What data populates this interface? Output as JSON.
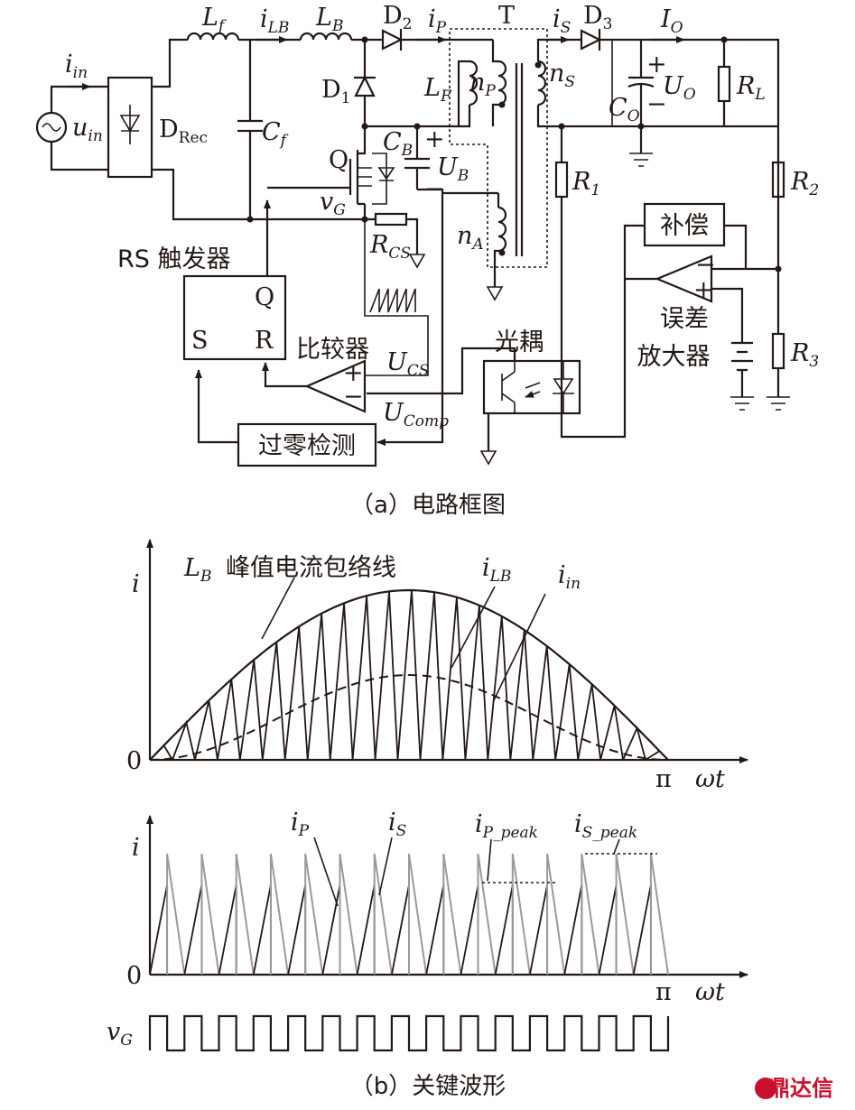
{
  "captions": {
    "a": "（a）电路框图",
    "b": "（b）关键波形"
  },
  "circuit": {
    "i_in": "i",
    "i_in_sub": "in",
    "u_in": "u",
    "u_in_sub": "in",
    "drec": "D",
    "drec_sub": "Rec",
    "lf": "L",
    "lf_sub": "f",
    "ilb": "i",
    "ilb_sub": "LB",
    "lb": "L",
    "lb_sub": "B",
    "cf": "C",
    "cf_sub": "f",
    "d1": "D",
    "d1_sub": "1",
    "d2": "D",
    "d2_sub": "2",
    "d3": "D",
    "d3_sub": "3",
    "ip": "i",
    "ip_sub": "P",
    "is": "i",
    "is_sub": "S",
    "t": "T",
    "io": "I",
    "io_sub": "O",
    "lF": "L",
    "lF_sub": "F",
    "np": "n",
    "np_sub": "P",
    "ns": "n",
    "ns_sub": "S",
    "na": "n",
    "na_sub": "A",
    "uo": "U",
    "uo_sub": "O",
    "co": "C",
    "co_sub": "O",
    "rl": "R",
    "rl_sub": "L",
    "cb": "C",
    "cb_sub": "B",
    "ub": "U",
    "ub_sub": "B",
    "q": "Q",
    "vg": "v",
    "vg_sub": "G",
    "rcs": "R",
    "rcs_sub": "CS",
    "r1": "R",
    "r1_sub": "1",
    "r2": "R",
    "r2_sub": "2",
    "r3": "R",
    "r3_sub": "3",
    "rs_trigger": "RS 触发器",
    "rs_q": "Q",
    "rs_s": "S",
    "rs_r": "R",
    "comparator": "比较器",
    "ucs": "U",
    "ucs_sub": "CS",
    "ucomp": "U",
    "ucomp_sub": "Comp",
    "zero_detect": "过零检测",
    "optocoupler": "光耦",
    "compensation": "补偿",
    "error_amp_1": "误差",
    "error_amp_2": "放大器",
    "plus": "+",
    "minus": "−"
  },
  "plot1": {
    "ylabel": "i",
    "origin": "0",
    "xend": "π",
    "xlabel": "ωt",
    "envelope_label": "L",
    "envelope_label_sub": "B",
    "envelope_text": "峰值电流包络线",
    "ilb": "i",
    "ilb_sub": "LB",
    "iin": "i",
    "iin_sub": "in",
    "switching_cycles": 23,
    "envelope_peak": 1.0,
    "iin_peak": 0.5
  },
  "plot2": {
    "ylabel": "i",
    "origin": "0",
    "xend": "π",
    "xlabel": "ωt",
    "ip": "i",
    "ip_sub": "P",
    "is": "i",
    "is_sub": "S",
    "ip_peak": "i",
    "ip_peak_sub": "P_peak",
    "is_peak": "i",
    "is_peak_sub": "S_peak",
    "vg": "v",
    "vg_sub": "G",
    "switching_cycles": 15,
    "ip_peak_level": 0.74,
    "is_peak_level": 1.0,
    "colors": {
      "ip": "#231815",
      "is": "#9a9a9a"
    }
  },
  "watermark": "鼎达信"
}
